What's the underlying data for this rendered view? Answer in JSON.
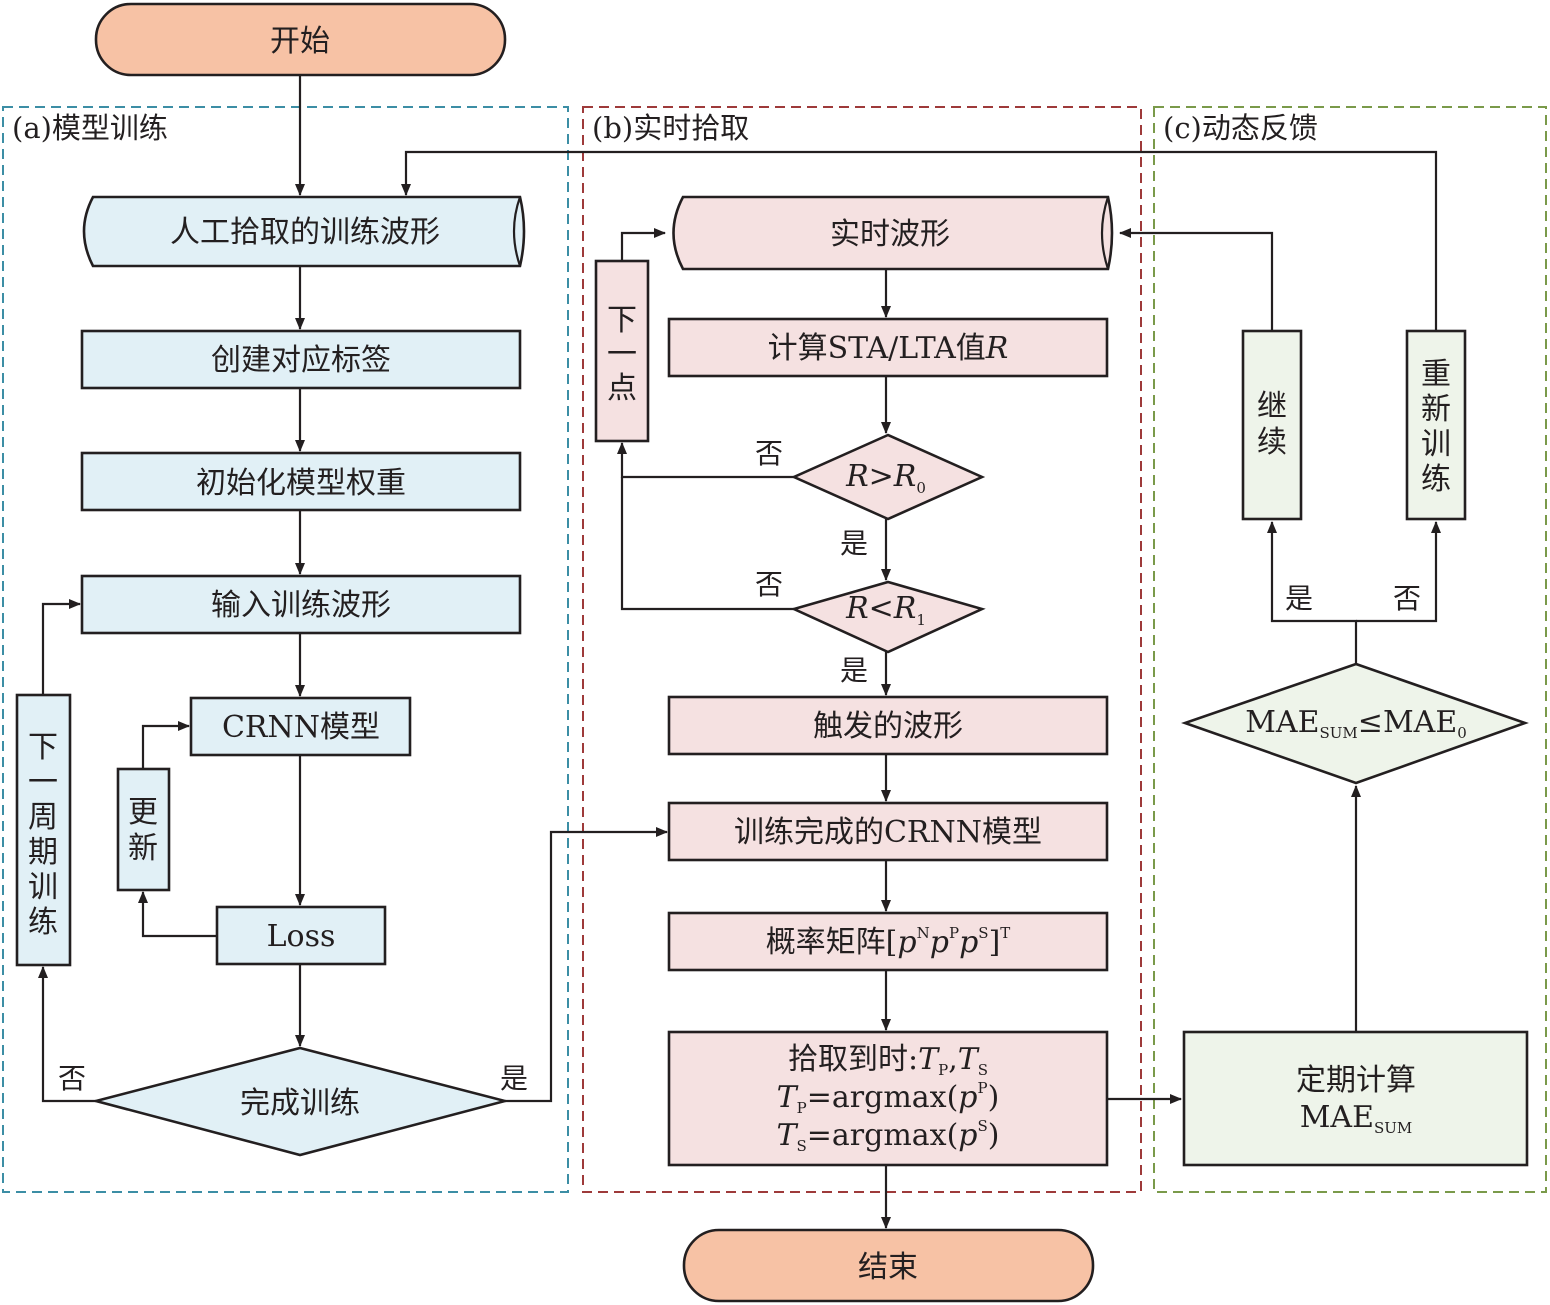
{
  "title": "CRNN seismic phase picking workflow",
  "colors": {
    "terminal": "#f7c2a5",
    "section_a_fill": "#e1f0f6",
    "section_b_fill": "#f5e1e1",
    "section_c_fill": "#eef4ea",
    "section_a_border": "#3c8ea5",
    "section_b_border": "#9e3a3a",
    "section_c_border": "#7a9a4a",
    "line": "#231f20"
  },
  "start": "开始",
  "end": "结束",
  "sections": {
    "a": {
      "title": "(a)模型训练",
      "manual_waveform": "人工拾取的训练波形",
      "create_labels": "创建对应标签",
      "init_weights": "初始化模型权重",
      "input_waveform": "输入训练波形",
      "crnn_model": "CRNN模型",
      "loss": "Loss",
      "update": [
        "更",
        "新"
      ],
      "next_cycle": [
        "下",
        "一",
        "周",
        "期",
        "训",
        "练"
      ],
      "finish_training": "完成训练",
      "no": "否",
      "yes": "是"
    },
    "b": {
      "title": "(b)实时拾取",
      "realtime_waveform": "实时波形",
      "compute_prefix": "计算STA/LTA值",
      "compute_var": "R",
      "next_point": [
        "下",
        "一",
        "点"
      ],
      "cond1": {
        "left": "R",
        "op": ">",
        "right": "R",
        "sub": "0"
      },
      "cond2": {
        "left": "R",
        "op": "<",
        "right": "R",
        "sub": "1"
      },
      "no1": "否",
      "yes1": "是",
      "no2": "否",
      "yes2": "是",
      "triggered": "触发的波形",
      "trained_model": "训练完成的CRNN模型",
      "prob_matrix": {
        "prefix": "概率矩阵[",
        "p": "p",
        "sups": [
          "N",
          "P",
          "S"
        ],
        "suffix": "]",
        "transpose": "T"
      },
      "pick": {
        "line1_prefix": "拾取到时:",
        "T": "T",
        "P": "P",
        "S": "S",
        "argmax": "=argmax(",
        "p": "p",
        "close": ")",
        "comma": ","
      }
    },
    "c": {
      "title": "(c)动态反馈",
      "compute_mae": "定期计算",
      "mae": "MAE",
      "sum": "SUM",
      "condition": {
        "left": "MAE",
        "left_sub": "SUM",
        "op": "≤",
        "right": "MAE",
        "right_sub": "0"
      },
      "continue": [
        "继",
        "续"
      ],
      "retrain": [
        "重",
        "新",
        "训",
        "练"
      ],
      "yes": "是",
      "no": "否"
    }
  }
}
